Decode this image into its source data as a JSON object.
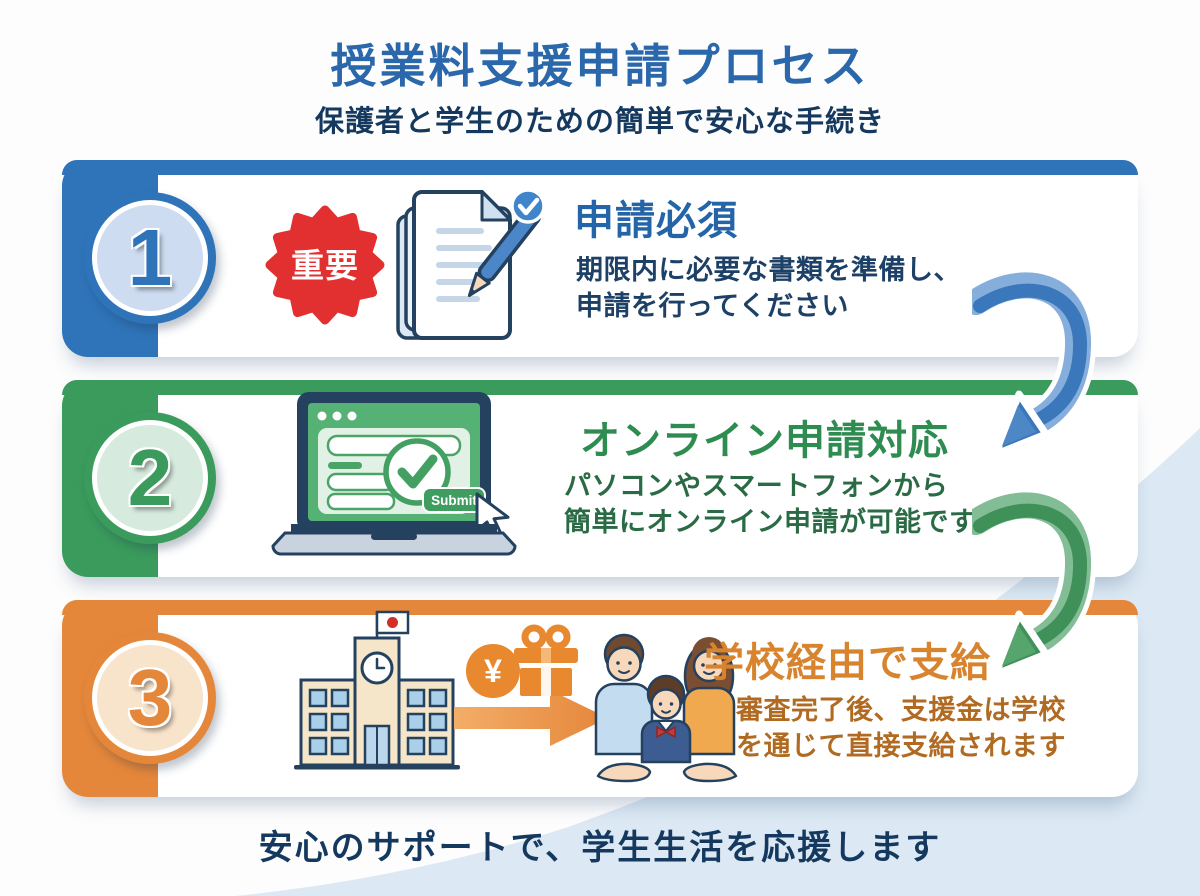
{
  "page": {
    "title": "授業料支援申請プロセス",
    "subtitle": "保護者と学生のための簡単で安心な手続き",
    "footer": "安心のサポートで、学生生活を応援します"
  },
  "steps": [
    {
      "number": "1",
      "badge": "重要",
      "heading": "申請必須",
      "body1": "期限内に必要な書類を準備し、",
      "body2": "申請を行ってください"
    },
    {
      "number": "2",
      "heading": "オンライン申請対応",
      "body1": "パソコンやスマートフォンから",
      "body2": "簡単にオンライン申請が可能です",
      "submit": "Submit"
    },
    {
      "number": "3",
      "heading": "学校経由で支給",
      "body1": "審査完了後、支援金は学校",
      "body2": "を通じて直接支給されます",
      "yen": "¥"
    }
  ],
  "colors": {
    "step1_blue": "#2f74b9",
    "step2_green": "#3a9b5c",
    "step3_orange": "#e5873a",
    "title_blue": "#2a67ab",
    "navy_text": "#15395e",
    "badge_red": "#e23030",
    "arrow_blue": "#3b77bb",
    "arrow_green": "#3f9159",
    "wave_blue": "#dce9f4"
  }
}
